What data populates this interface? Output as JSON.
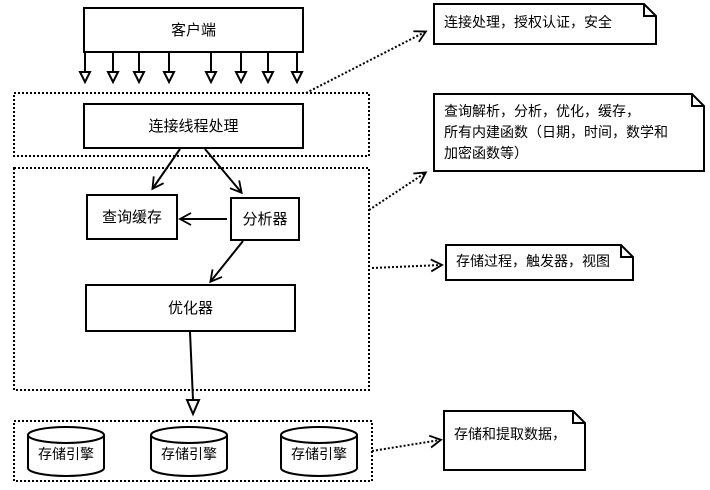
{
  "nodes": {
    "client": "客户端",
    "connection_thread": "连接线程处理",
    "query_cache": "查询缓存",
    "analyzer": "分析器",
    "optimizer": "优化器",
    "storage_engines": [
      "存储引擎",
      "存储引擎",
      "存储引擎"
    ]
  },
  "notes": {
    "connection": "连接处理，授权认证，安全",
    "parsing": [
      "查询解析，分析，优化，缓存，",
      "所有内建函数（日期，时间，数学和",
      "加密函数等）"
    ],
    "procedures": "存储过程，触发器，视图",
    "storage": "存储和提取数据，"
  }
}
